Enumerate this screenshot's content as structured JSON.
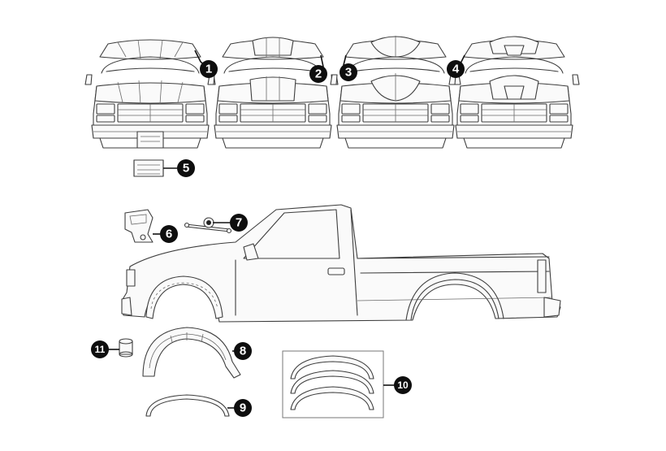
{
  "callouts": [
    {
      "id": "1",
      "label": "1"
    },
    {
      "id": "2",
      "label": "2"
    },
    {
      "id": "3",
      "label": "3"
    },
    {
      "id": "4",
      "label": "4"
    },
    {
      "id": "5",
      "label": "5"
    },
    {
      "id": "6",
      "label": "6"
    },
    {
      "id": "7",
      "label": "7"
    },
    {
      "id": "8",
      "label": "8"
    },
    {
      "id": "9",
      "label": "9"
    },
    {
      "id": "10",
      "label": "10"
    },
    {
      "id": "11",
      "label": "11"
    }
  ],
  "colors": {
    "line": "#3d3d3d",
    "badge": "#0e0e0e",
    "badge_text": "#ffffff",
    "background": "#ffffff"
  }
}
